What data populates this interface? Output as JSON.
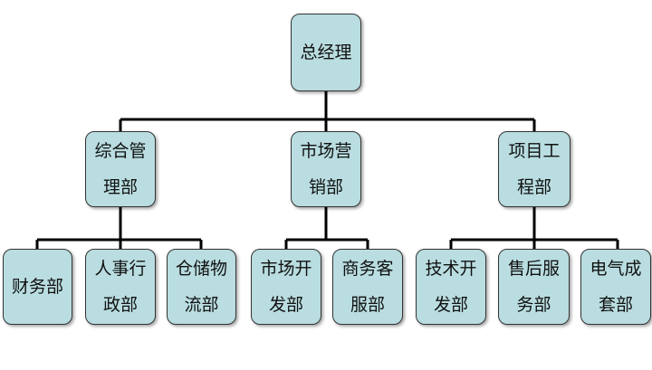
{
  "org_chart": {
    "root": {
      "label": "总经理"
    },
    "departments": [
      {
        "label": "综合管理部",
        "children": [
          "财务部",
          "人事行政部",
          "仓储物流部"
        ]
      },
      {
        "label": "市场营销部",
        "children": [
          "市场开发部",
          "商务客服部"
        ]
      },
      {
        "label": "项目工程部",
        "children": [
          "技术开发部",
          "售后服务部",
          "电气成套部"
        ]
      }
    ]
  }
}
